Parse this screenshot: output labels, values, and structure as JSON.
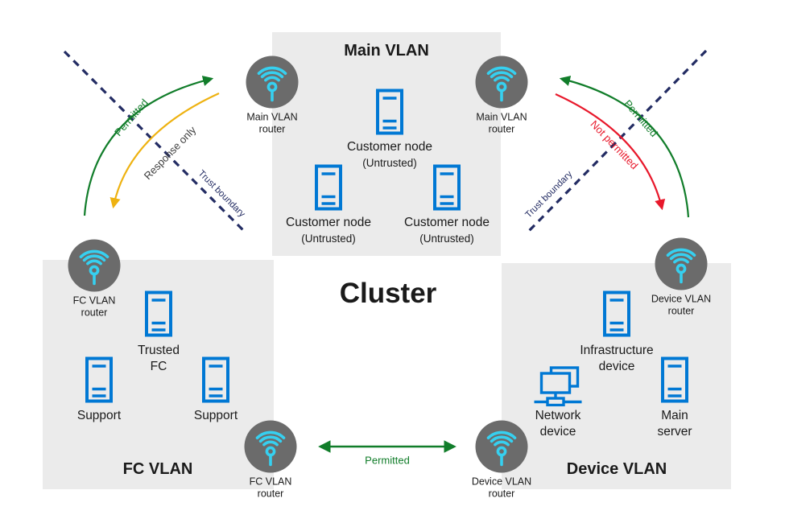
{
  "title": {
    "cluster": "Cluster"
  },
  "vlans": {
    "main": {
      "title": "Main VLAN"
    },
    "fc": {
      "title": "FC VLAN"
    },
    "device": {
      "title": "Device VLAN"
    }
  },
  "routers": {
    "main_left": {
      "line1": "Main VLAN",
      "line2": "router"
    },
    "main_right": {
      "line1": "Main VLAN",
      "line2": "router"
    },
    "fc_top": {
      "line1": "FC VLAN",
      "line2": "router"
    },
    "fc_bottom": {
      "line1": "FC VLAN",
      "line2": "router"
    },
    "device_top": {
      "line1": "Device VLAN",
      "line2": "router"
    },
    "device_bottom": {
      "line1": "Device VLAN",
      "line2": "router"
    }
  },
  "nodes": {
    "customer_top": {
      "line1": "Customer node",
      "line2": "(Untrusted)"
    },
    "customer_left": {
      "line1": "Customer node",
      "line2": "(Untrusted)"
    },
    "customer_right": {
      "line1": "Customer node",
      "line2": "(Untrusted)"
    },
    "trusted_fc": {
      "line1": "Trusted",
      "line2": "FC"
    },
    "support_left": {
      "line1": "Support"
    },
    "support_right": {
      "line1": "Support"
    },
    "infrastructure": {
      "line1": "Infrastructure",
      "line2": "device"
    },
    "network_device": {
      "line1": "Network",
      "line2": "device"
    },
    "main_server": {
      "line1": "Main",
      "line2": "server"
    }
  },
  "flows": {
    "left_permitted": "Permitted",
    "left_response_only": "Response only",
    "left_trust_boundary": "Trust boundary",
    "right_permitted": "Permitted",
    "right_not_permitted": "Not permitted",
    "right_trust_boundary": "Trust boundary",
    "bottom_permitted": "Permitted"
  },
  "colors": {
    "permitted_green": "#117d2a",
    "not_permitted_red": "#e8182b",
    "response_only_yellow": "#eeb211",
    "trust_boundary_navy": "#232c63",
    "device_blue": "#0078d4",
    "router_gray": "#6b6b6b",
    "wifi_cyan": "#36d0f0",
    "vlan_box_gray": "#ebebeb"
  }
}
